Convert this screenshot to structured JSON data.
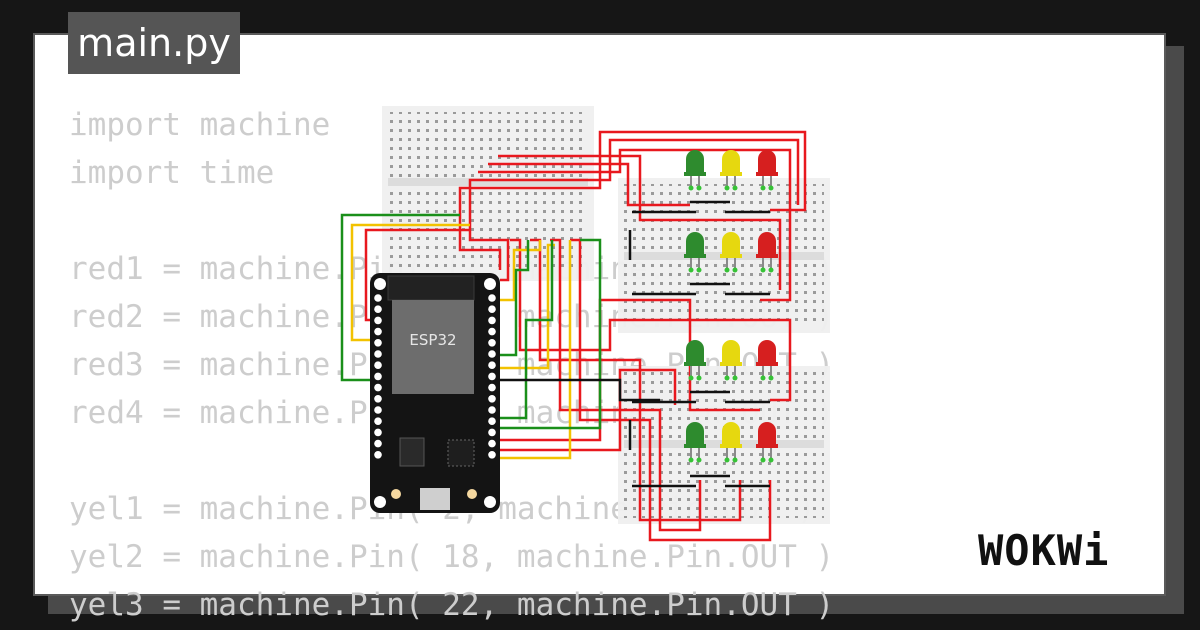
{
  "file_tab": {
    "label": "main.py"
  },
  "code_lines": [
    "import machine",
    "import time",
    "",
    "red1 = machine.Pin( 17, machine.Pin.OUT )",
    "red2 = machine.Pin( 16, machine.Pin.OUT )",
    "red3 = machine.Pin(  4, machine.Pin.OUT )",
    "red4 = machine.Pin( 15, machine.Pin.OUT )",
    "",
    "yel1 = machine.Pin( 2, machine.Pin.OUT )",
    "yel2 = machine.Pin( 18, machine.Pin.OUT )",
    "yel3 = machine.Pin( 22, machine.Pin.OUT )"
  ],
  "board": {
    "label": "ESP32"
  },
  "logo": {
    "text": "WOKWi"
  },
  "colors": {
    "wire_red": "#e8181e",
    "wire_yellow": "#f2c200",
    "wire_green": "#1a8f1a",
    "wire_black": "#111111",
    "led_green": "#2e8b2e",
    "led_yellow": "#e6d80f",
    "led_red": "#d61f1f"
  },
  "leds": {
    "groups": 4,
    "colors_per_group": [
      "green",
      "yellow",
      "red"
    ]
  }
}
